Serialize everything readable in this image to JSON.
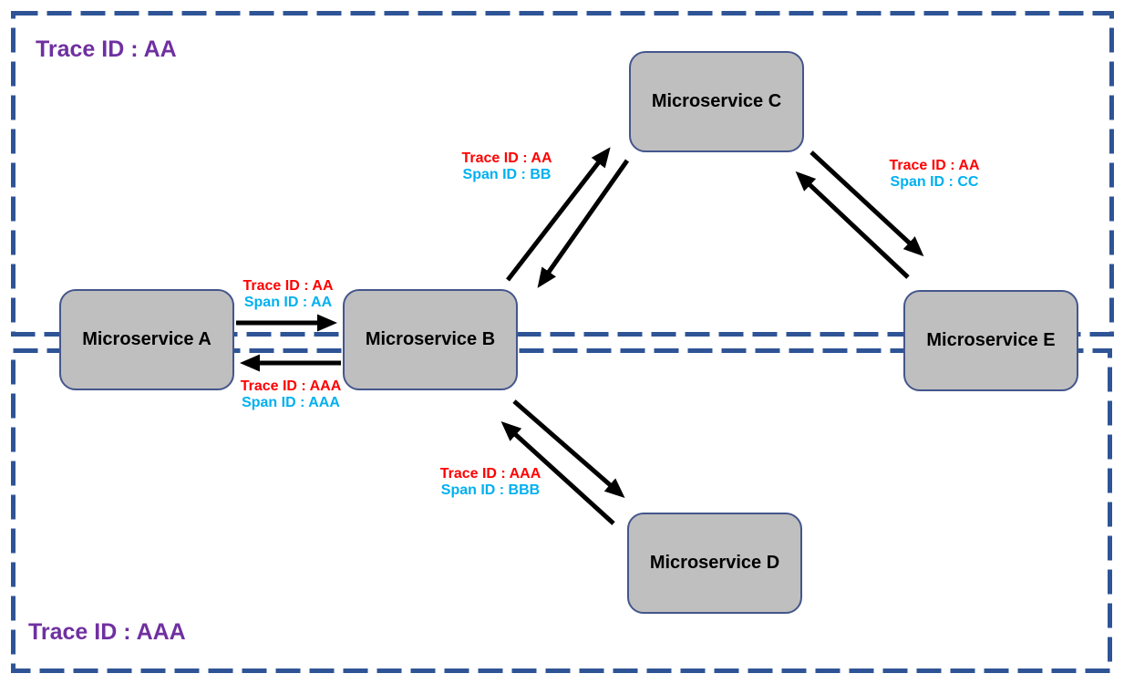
{
  "diagram": {
    "type": "microservice-trace-diagram",
    "regions": {
      "top": {
        "title": "Trace ID : AA"
      },
      "bottom": {
        "title": "Trace ID : AAA"
      }
    },
    "nodes": [
      {
        "id": "A",
        "label": "Microservice A",
        "region": "boundary"
      },
      {
        "id": "B",
        "label": "Microservice B",
        "region": "boundary"
      },
      {
        "id": "C",
        "label": "Microservice C",
        "region": "top"
      },
      {
        "id": "D",
        "label": "Microservice D",
        "region": "bottom"
      },
      {
        "id": "E",
        "label": "Microservice E",
        "region": "boundary"
      }
    ],
    "edges": [
      {
        "from": "A",
        "to": "B",
        "direction": "right",
        "trace": "Trace ID : AA",
        "span": "Span ID : AA"
      },
      {
        "from": "B",
        "to": "A",
        "direction": "left",
        "trace": "Trace ID : AAA",
        "span": "Span ID : AAA"
      },
      {
        "from": "B",
        "to": "C",
        "direction": "both",
        "trace": "Trace ID : AA",
        "span": "Span ID : BB"
      },
      {
        "from": "C",
        "to": "E",
        "direction": "both",
        "trace": "Trace ID : AA",
        "span": "Span ID : CC"
      },
      {
        "from": "B",
        "to": "D",
        "direction": "both",
        "trace": "Trace ID : AAA",
        "span": "Span ID : BBB"
      }
    ],
    "colors": {
      "region_border": "#2F5496",
      "region_title": "#7030A0",
      "node_fill": "#BFBFBF",
      "node_border": "#44568C",
      "node_text": "#000000",
      "trace_text": "#FF0000",
      "span_text": "#00B0F0",
      "arrow": "#000000",
      "background": "#FFFFFF"
    }
  }
}
